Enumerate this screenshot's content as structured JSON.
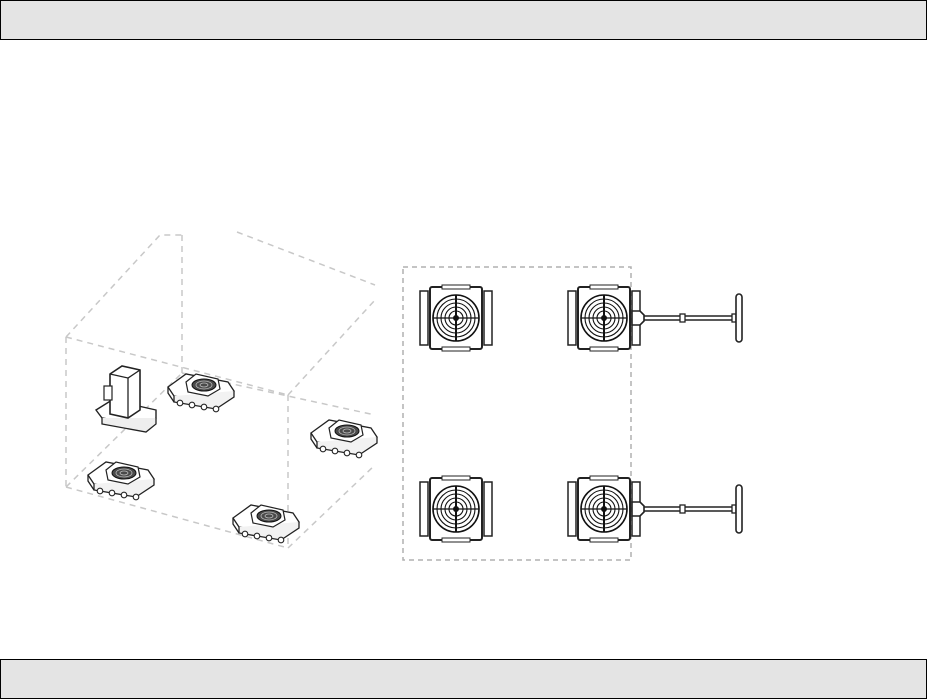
{
  "header": {
    "text": ""
  },
  "footer": {
    "text": ""
  },
  "colors": {
    "bar_background": "#e4e4e4",
    "line": "#222222",
    "dashed_outline": "#c8c8c8"
  },
  "figures": [
    {
      "name": "isometric-view",
      "machine_skates": 4,
      "steering_skates": 1
    },
    {
      "name": "top-view",
      "machine_skates": 4,
      "tow_bars": 2
    }
  ],
  "icons": [
    "machine-skate-icon",
    "steering-skate-icon",
    "tow-bar-icon"
  ]
}
